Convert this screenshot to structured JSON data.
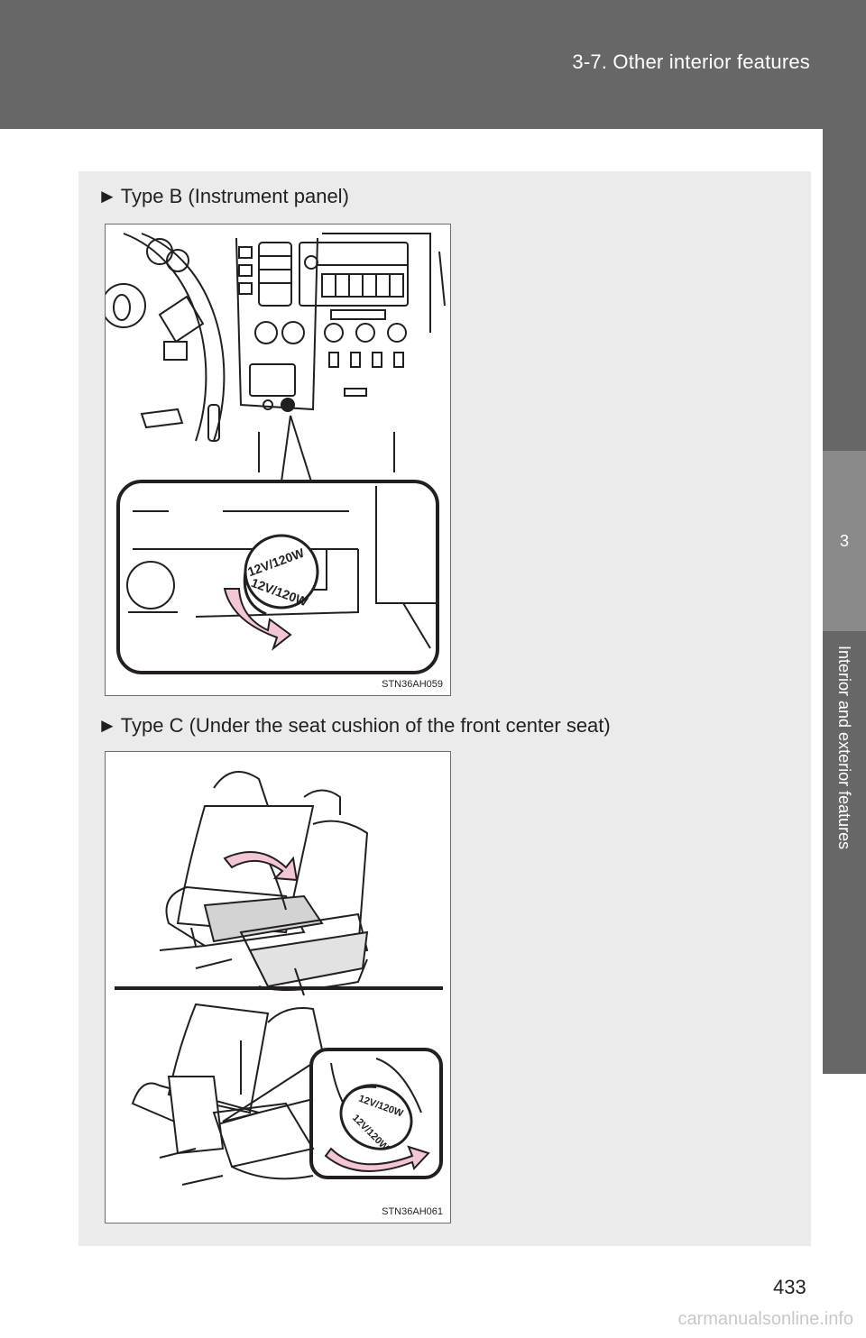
{
  "header": {
    "section": "3-7. Other interior features"
  },
  "side_tab": {
    "chapter_number": "3",
    "chapter_title": "Interior and exterior features"
  },
  "items": [
    {
      "arrow": "►",
      "label": "Type B (Instrument panel)",
      "figure_code": "STN36AH059",
      "socket_label": "12V/120W"
    },
    {
      "arrow": "►",
      "label": "Type C (Under the seat cushion of the front center seat)",
      "figure_code": "STN36AH061",
      "socket_label": "12V/120W"
    }
  ],
  "page_number": "433",
  "footer": {
    "site": "carmanualsonline.info"
  },
  "colors": {
    "header": "#676767",
    "content_bg": "#ebebeb",
    "arrow_accent": "#f3c6d3"
  }
}
